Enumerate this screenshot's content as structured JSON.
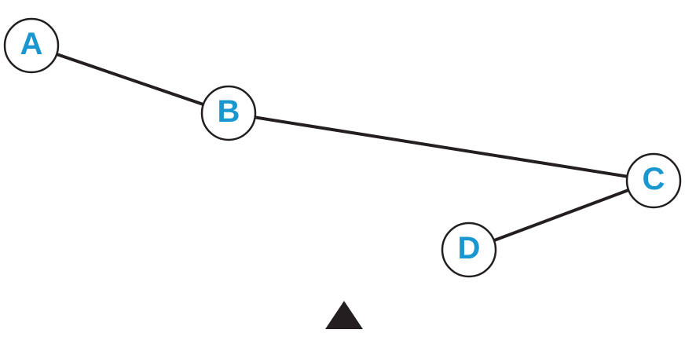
{
  "colors": {
    "label": "#1a97cf",
    "line": "#231f20",
    "node_fill": "#ffffff"
  },
  "nodes": [
    {
      "id": "A",
      "label": "A"
    },
    {
      "id": "B",
      "label": "B"
    },
    {
      "id": "C",
      "label": "C"
    },
    {
      "id": "D",
      "label": "D"
    }
  ],
  "edges": [
    {
      "from": "A",
      "to": "B"
    },
    {
      "from": "B",
      "to": "C"
    },
    {
      "from": "C",
      "to": "D"
    }
  ],
  "marker": {
    "shape": "triangle-up-icon"
  }
}
